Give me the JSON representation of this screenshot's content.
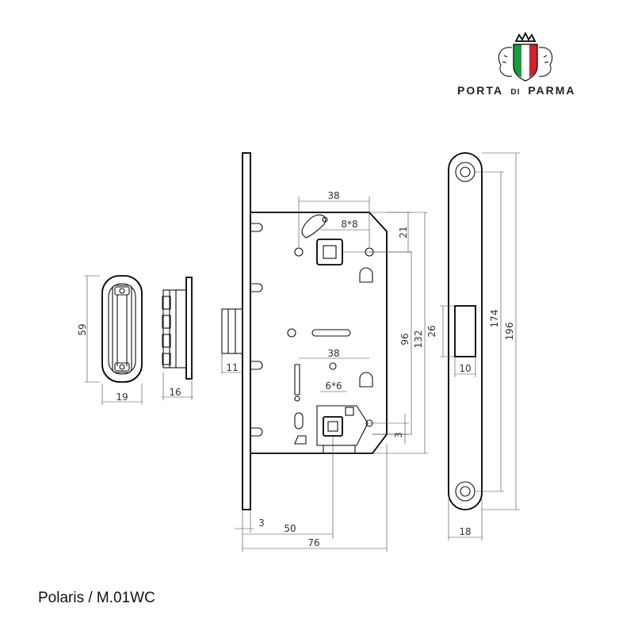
{
  "brand": {
    "name_part1": "PORTA",
    "name_part2": "DI",
    "name_part3": "PARMA",
    "flag_colors": [
      "#1a9a3c",
      "#ffffff",
      "#d2232a"
    ]
  },
  "caption": "Polaris / M.01WC",
  "dimensions": {
    "strike_width": "19",
    "strike_height": "59",
    "strike_depth": "16",
    "latch_projection": "11",
    "top_width": "38",
    "square_top": "8*8",
    "top_offset": "21",
    "mid_width": "38",
    "square_bottom": "6*6",
    "bottom_offset": "3",
    "offset_3": "3",
    "backset": "50",
    "body_depth": "76",
    "height_96": "96",
    "height_132": "132",
    "plate_opening": "26",
    "plate_174": "174",
    "plate_196": "196",
    "plate_opening_width": "10",
    "plate_width": "18"
  }
}
